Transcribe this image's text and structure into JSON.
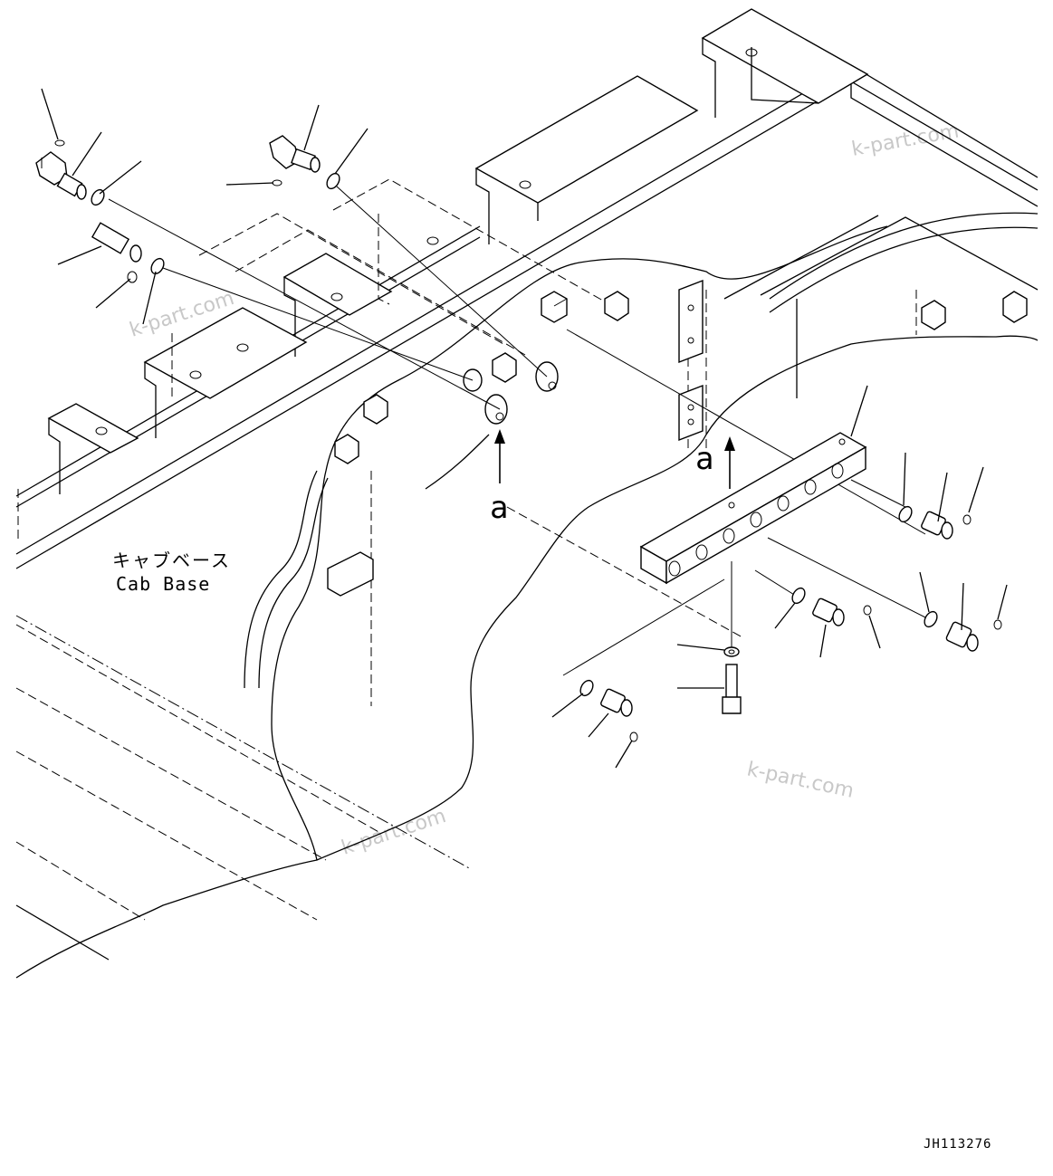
{
  "labels": {
    "cab_base_jp": "キャブベース",
    "cab_base_en": "Cab Base",
    "view_marker_1": "a",
    "view_marker_2": "a",
    "drawing_number": "JH113276"
  },
  "watermarks": [
    "k-part.com",
    "k-part.com",
    "k-part.com",
    "k-part.com"
  ]
}
